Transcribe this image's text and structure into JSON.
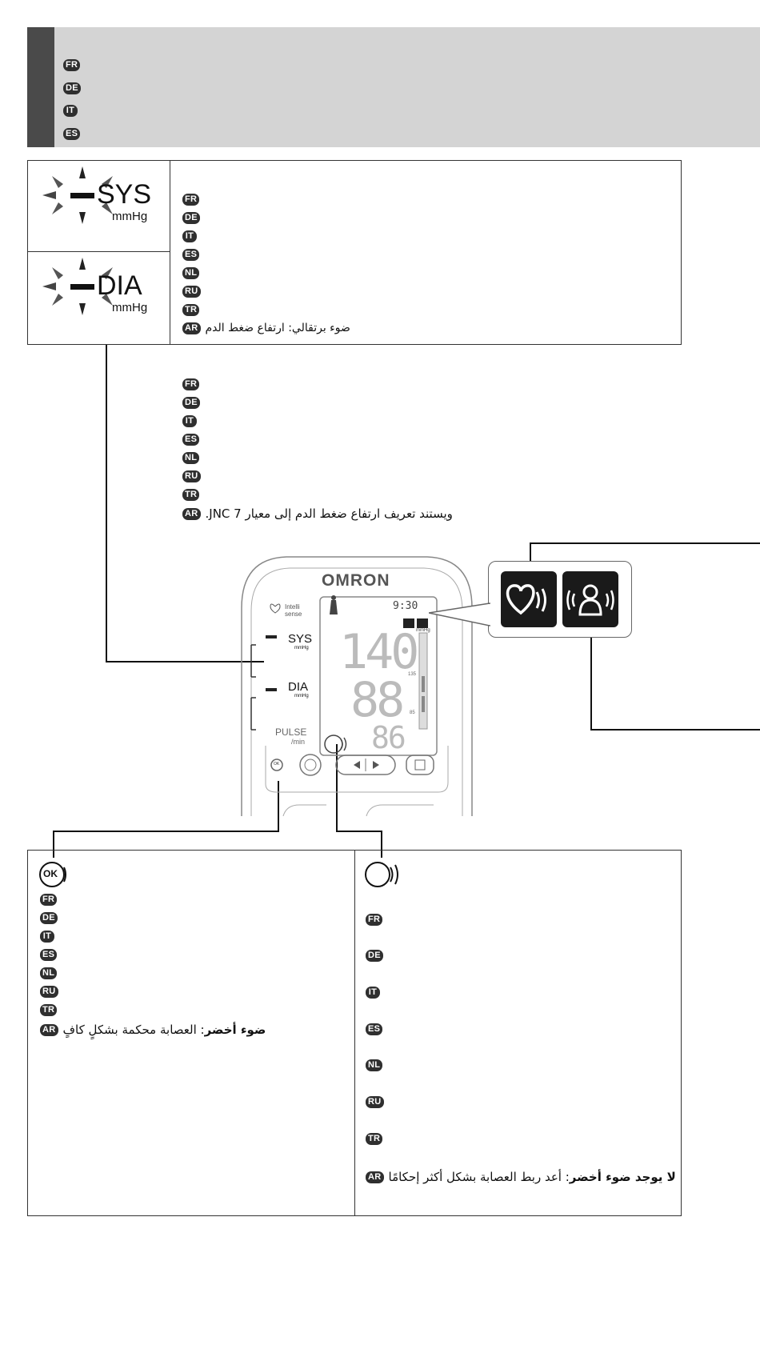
{
  "header": {
    "languages": [
      "FR",
      "DE",
      "IT",
      "ES"
    ]
  },
  "indicator_box": {
    "sys_label": "SYS",
    "dia_label": "DIA",
    "unit": "mmHg",
    "languages": [
      "FR",
      "DE",
      "IT",
      "ES",
      "NL",
      "RU",
      "TR"
    ],
    "ar_badge": "AR",
    "ar_text": "ضوء برتقالي: ارتفاع ضغط الدم"
  },
  "middle_section": {
    "languages": [
      "FR",
      "DE",
      "IT",
      "ES",
      "NL",
      "RU",
      "TR"
    ],
    "ar_badge": "AR",
    "ar_text": "ويستند تعريف ارتفاع ضغط الدم إلى معيار JNC 7."
  },
  "device": {
    "brand": "OMRON",
    "intellisense_top": "Intelli",
    "intellisense_bottom": "sense",
    "time": "9:30",
    "unit": "mmHg",
    "sys_label": "SYS",
    "dia_label": "DIA",
    "small_unit": "mmHg",
    "systolic": "140",
    "diastolic": "88",
    "pulse": "86",
    "pulse_label": "PULSE",
    "pulse_unit": "/min",
    "scale_high": "135",
    "scale_low": "85",
    "ok_label": "OK"
  },
  "bottom_left": {
    "icon_label": "OK",
    "languages": [
      "FR",
      "DE",
      "IT",
      "ES",
      "NL",
      "RU",
      "TR"
    ],
    "ar_badge": "AR",
    "ar_bold": "ضوء أخضر",
    "ar_text": ": العصابة محكمة بشكلٍ كافٍ"
  },
  "bottom_right": {
    "languages": [
      "FR",
      "DE",
      "IT",
      "ES",
      "NL",
      "RU",
      "TR"
    ],
    "ar_badge": "AR",
    "ar_bold": "لا يوجد ضوء أخضر",
    "ar_text": ": أعد ربط العصابة بشكل أكثر إحكامًا"
  }
}
